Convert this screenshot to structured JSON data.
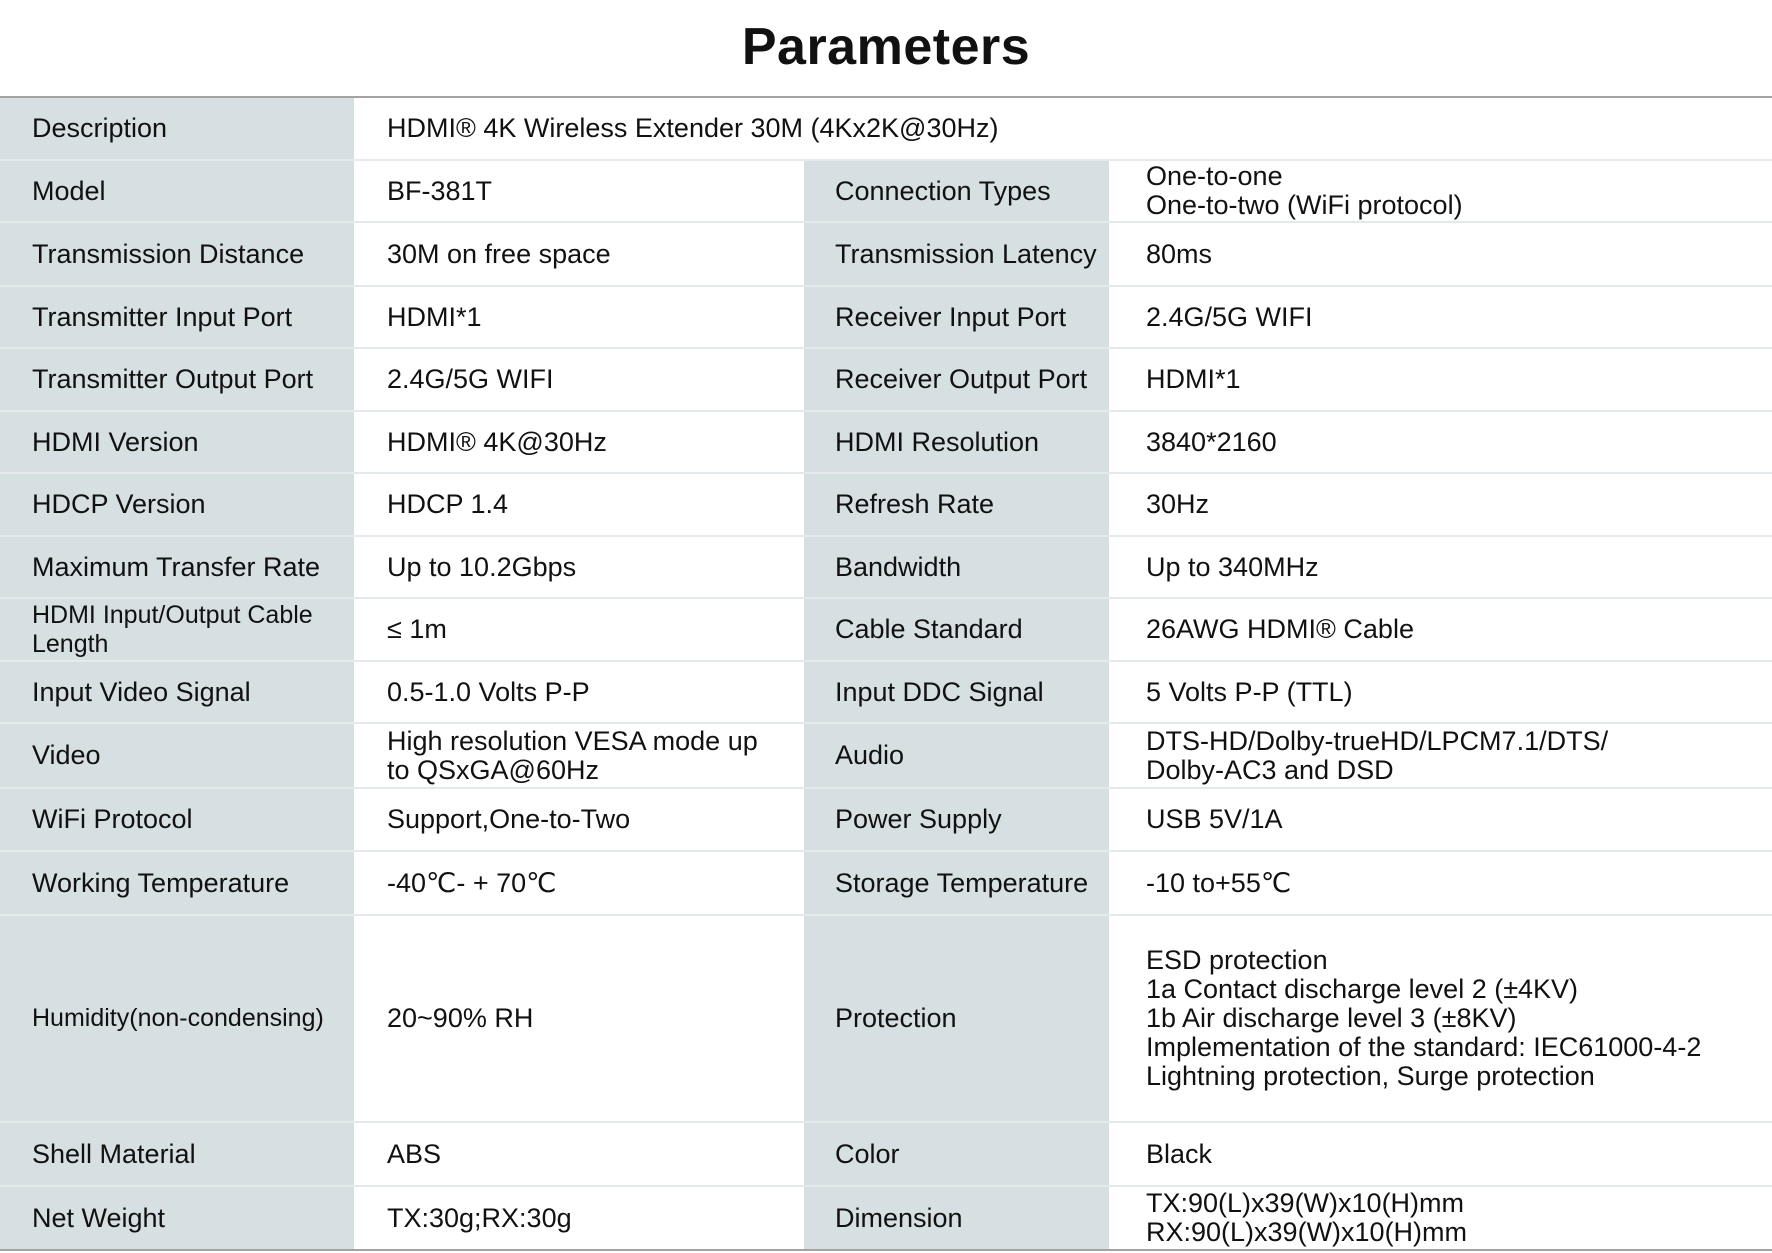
{
  "title": "Parameters",
  "colors": {
    "label_bg": "#d6dfe2",
    "value_bg": "#ffffff",
    "row_divider": "#e4eaeb",
    "outer_border": "#a3a3a3"
  },
  "description": {
    "label": "Description",
    "value": "HDMI® 4K Wireless Extender 30M (4Kx2K@30Hz)"
  },
  "rows": [
    {
      "l1": "Model",
      "v1": "BF-381T",
      "l2": "Connection Types",
      "v2": "One-to-one\nOne-to-two (WiFi protocol)"
    },
    {
      "l1": "Transmission Distance",
      "v1": "30M on free space",
      "l2": "Transmission Latency",
      "v2": "80ms"
    },
    {
      "l1": "Transmitter Input Port",
      "v1": "HDMI*1",
      "l2": "Receiver Input Port",
      "v2": "2.4G/5G WIFI"
    },
    {
      "l1": "Transmitter Output Port",
      "v1": "2.4G/5G WIFI",
      "l2": "Receiver Output Port",
      "v2": "HDMI*1"
    },
    {
      "l1": "HDMI Version",
      "v1": "HDMI® 4K@30Hz",
      "l2": "HDMI Resolution",
      "v2": "3840*2160"
    },
    {
      "l1": "HDCP Version",
      "v1": "HDCP 1.4",
      "l2": "Refresh Rate",
      "v2": "30Hz"
    },
    {
      "l1": "Maximum Transfer Rate",
      "v1": "Up to 10.2Gbps",
      "l2": "Bandwidth",
      "v2": "Up to 340MHz"
    },
    {
      "l1": "HDMI Input/Output Cable\nLength",
      "v1": "≤ 1m",
      "l2": "Cable Standard",
      "v2": "26AWG HDMI® Cable"
    },
    {
      "l1": "Input Video Signal",
      "v1": "0.5-1.0 Volts P-P",
      "l2": "Input DDC Signal",
      "v2": "5 Volts P-P (TTL)"
    },
    {
      "l1": "Video",
      "v1": "High resolution VESA mode up\nto QSxGA@60Hz",
      "l2": "Audio",
      "v2": "DTS-HD/Dolby-trueHD/LPCM7.1/DTS/\nDolby-AC3 and DSD"
    },
    {
      "l1": "WiFi Protocol",
      "v1": "Support,One-to-Two",
      "l2": "Power Supply",
      "v2": "USB 5V/1A"
    },
    {
      "l1": "Working Temperature",
      "v1": "-40℃- + 70℃",
      "l2": "Storage Temperature",
      "v2": "-10 to+55℃"
    },
    {
      "l1": "Humidity(non-condensing)",
      "v1": "20~90% RH",
      "l2": "Protection",
      "v2": "ESD protection\n1a Contact discharge level 2 (±4KV)\n1b Air discharge level 3 (±8KV)\nImplementation of the standard: IEC61000-4-2\nLightning protection, Surge protection"
    },
    {
      "l1": "Shell Material",
      "v1": "ABS",
      "l2": "Color",
      "v2": "Black"
    },
    {
      "l1": "Net Weight",
      "v1": "TX:30g;RX:30g",
      "l2": "Dimension",
      "v2": "TX:90(L)x39(W)x10(H)mm\nRX:90(L)x39(W)x10(H)mm"
    }
  ]
}
